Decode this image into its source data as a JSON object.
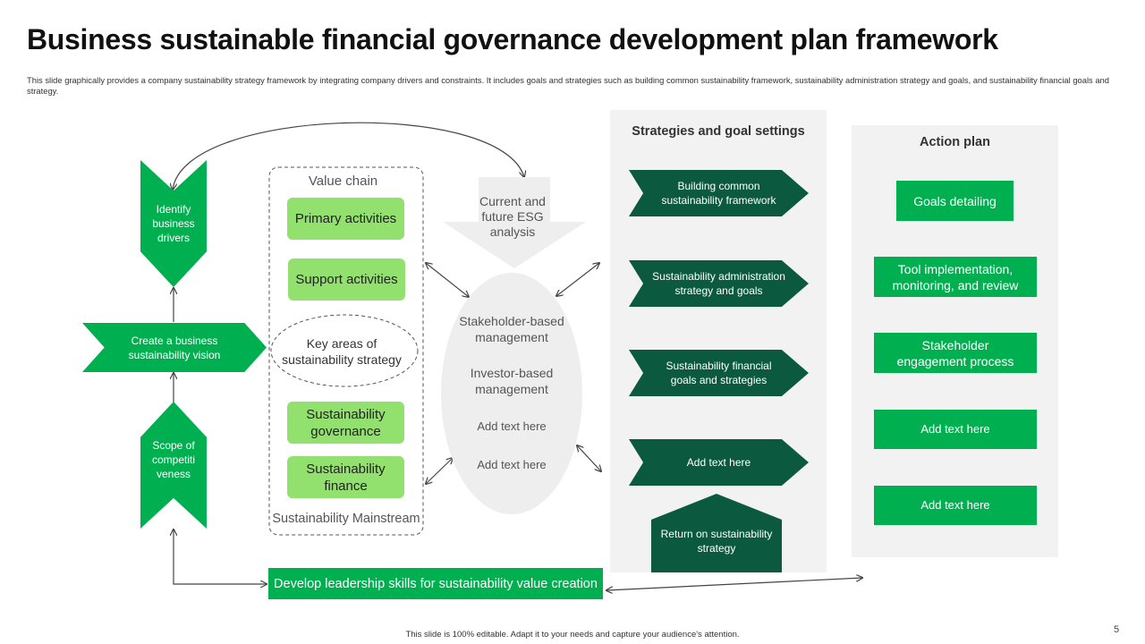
{
  "header": {
    "title": "Business sustainable financial governance development plan framework",
    "description": "This slide graphically provides a company sustainability strategy framework by integrating company drivers and constraints. It includes goals and strategies such as building common sustainability framework, sustainability administration strategy and goals, and sustainability financial goals and strategy."
  },
  "left_flow": {
    "identify": "Identify business drivers",
    "vision": "Create a business sustainability vision",
    "scope": "Scope of competiti veness",
    "leadership": "Develop leadership skills for sustainability value creation"
  },
  "value_chain": {
    "title": "Value chain",
    "primary": "Primary activities",
    "support": "Support activities",
    "key_areas": "Key areas of sustainability strategy",
    "governance": "Sustainability governance",
    "finance": "Sustainability finance",
    "footer": "Sustainability Mainstream"
  },
  "analysis": {
    "esg": "Current and future ESG analysis",
    "stakeholder": "Stakeholder-based management",
    "investor": "Investor-based management",
    "add1": "Add text here",
    "add2": "Add text here"
  },
  "strategies": {
    "title": "Strategies and goal settings",
    "items": [
      "Building common sustainability framework",
      "Sustainability administration strategy and goals",
      "Sustainability financial goals and strategies",
      "Add text here"
    ],
    "return": "Return on sustainability strategy"
  },
  "action_plan": {
    "title": "Action plan",
    "items": [
      "Goals detailing",
      "Tool implementation, monitoring, and review",
      "Stakeholder engagement process",
      "Add text here",
      "Add text here"
    ]
  },
  "footer": {
    "note": "This slide is 100% editable. Adapt it to your needs and capture your audience's attention.",
    "page": "5"
  }
}
